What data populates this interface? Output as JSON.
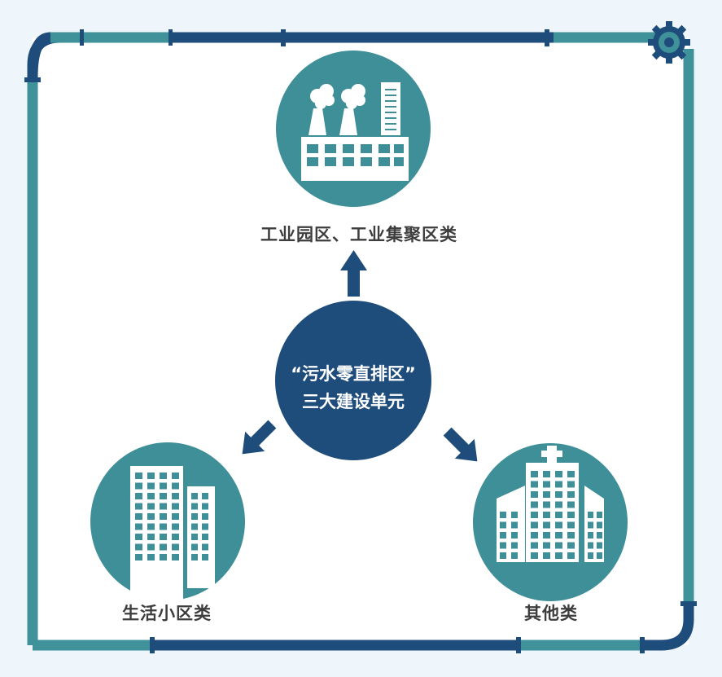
{
  "title": {
    "line1": "“污水零直排区”",
    "line2": "三大建设单元"
  },
  "units": [
    {
      "label": "工业园区、工业集聚区类",
      "icon": "factory-icon"
    },
    {
      "label": "生活小区类",
      "icon": "residential-buildings-icon"
    },
    {
      "label": "其他类",
      "icon": "hospital-building-icon"
    }
  ],
  "colors": {
    "teal": "#3f8f98",
    "navy": "#1f4d7b",
    "pipe_light": "#3f919a",
    "background": "#eef6fb",
    "text": "#3d3d3d"
  }
}
